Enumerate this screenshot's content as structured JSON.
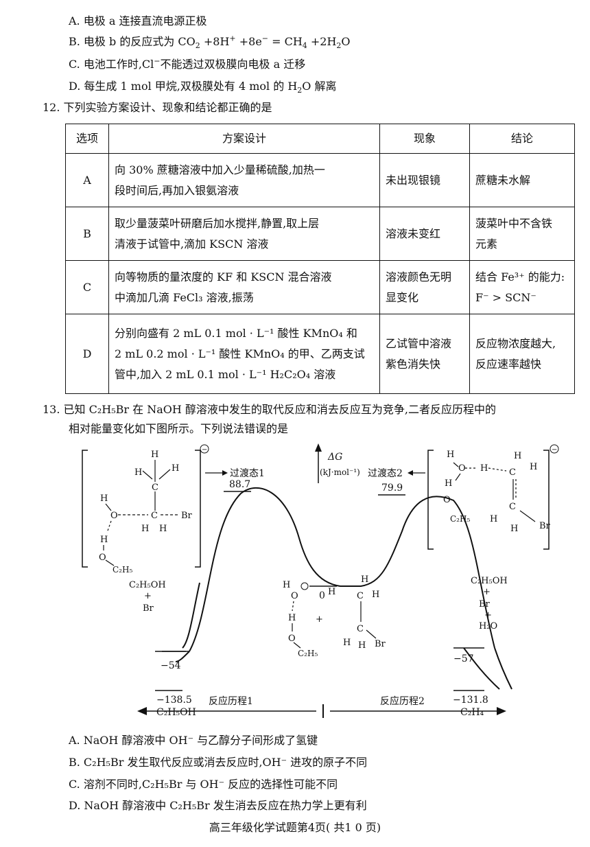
{
  "q11": {
    "optA": "A. 电极 a 连接直流电源正极",
    "optB_pre": "B. 电极 b 的反应式为 CO",
    "optB_mid1": " +8H",
    "optB_sup1": "+",
    "optB_mid2": " +8e",
    "optB_sup2": "−",
    "optB_mid3": " = CH",
    "optB_mid4": " +2H",
    "optB_end": "O",
    "sub2": "2",
    "sub4": "4",
    "optC_pre": "C. 电池工作时,Cl",
    "optC_sup": "−",
    "optC_post": "不能透过双极膜向电极 a 迁移",
    "optD_pre": "D. 每生成 1 mol 甲烷,双极膜处有 4 mol 的 H",
    "optD_post": "O 解离"
  },
  "q12": {
    "stem": "12. 下列实验方案设计、现象和结论都正确的是",
    "headers": [
      "选项",
      "方案设计",
      "现象",
      "结论"
    ],
    "rows": [
      {
        "opt": "A",
        "design1": "向 30% 蔗糖溶液中加入少量稀硫酸,加热一",
        "design2": "段时间后,再加入银氨溶液",
        "phen1": "未出现银镜",
        "phen2": "",
        "concl1": "蔗糖未水解",
        "concl2": ""
      },
      {
        "opt": "B",
        "design1": "取少量菠菜叶研磨后加水搅拌,静置,取上层",
        "design2": "清液于试管中,滴加 KSCN 溶液",
        "phen1": "溶液未变红",
        "phen2": "",
        "concl1": "菠菜叶中不含铁",
        "concl2": "元素"
      },
      {
        "opt": "C",
        "design1": "向等物质的量浓度的 KF 和 KSCN 混合溶液",
        "design2": "中滴加几滴 FeCl₃ 溶液,振荡",
        "phen1": "溶液颜色无明",
        "phen2": "显变化",
        "concl1": "结合 Fe³⁺ 的能力:",
        "concl2": "F⁻ > SCN⁻"
      },
      {
        "opt": "D",
        "design1": "分别向盛有 2 mL 0.1 mol · L⁻¹ 酸性 KMnO₄ 和",
        "design2": "2 mL 0.2 mol · L⁻¹ 酸性 KMnO₄ 的甲、乙两支试",
        "design3": "管中,加入 2 mL 0.1 mol · L⁻¹ H₂C₂O₄ 溶液",
        "phen1": "乙试管中溶液",
        "phen2": "紫色消失快",
        "concl1": "反应物浓度越大,",
        "concl2": "反应速率越快"
      }
    ]
  },
  "q13": {
    "stem1": "13. 已知 C₂H₅Br 在 NaOH 醇溶液中发生的取代反应和消去反应互为竞争,二者反应历程中的",
    "stem2": "相对能量变化如下图所示。下列说法错误的是",
    "optA": "A.  NaOH 醇溶液中 OH⁻ 与乙醇分子间形成了氢键",
    "optB": "B.  C₂H₅Br 发生取代反应或消去反应时,OH⁻ 进攻的原子不同",
    "optC": "C.  溶剂不同时,C₂H₅Br 与 OH⁻ 反应的选择性可能不同",
    "optD": "D.  NaOH 醇溶液中 C₂H₅Br 发生消去反应在热力学上更有利"
  },
  "diagram": {
    "axis_label": "ΔG",
    "axis_unit": "(kJ·mol⁻¹)",
    "ts1_label": "过渡态1",
    "ts2_label": "过渡态2",
    "ts1_value": "88.7",
    "ts2_value": "79.9",
    "start_value": "0",
    "left_mid_value": "−54",
    "right_mid_value": "−57",
    "left_end_value": "−138.5",
    "right_end_value": "−131.8",
    "left_end_product": "C₂H₅OH",
    "right_end_product": "C₂H₄",
    "left_mid_species1": "C₂H₅OH",
    "left_mid_plus": "+",
    "left_mid_species2": "Br",
    "right_mid_species1": "C₂H₅OH",
    "right_mid_plus1": "+",
    "right_mid_species2": "Br",
    "right_mid_plus2": "+",
    "right_mid_species3": "H₂O",
    "path1_label": "反应历程1",
    "path2_label": "反应历程2",
    "atom_H": "H",
    "atom_O": "O",
    "atom_C": "C",
    "atom_Br": "Br",
    "ethyl": "C₂H₅",
    "plus": "+",
    "minus_sign": "−"
  },
  "footer": "高三年级化学试题第4页( 共1 0 页)"
}
